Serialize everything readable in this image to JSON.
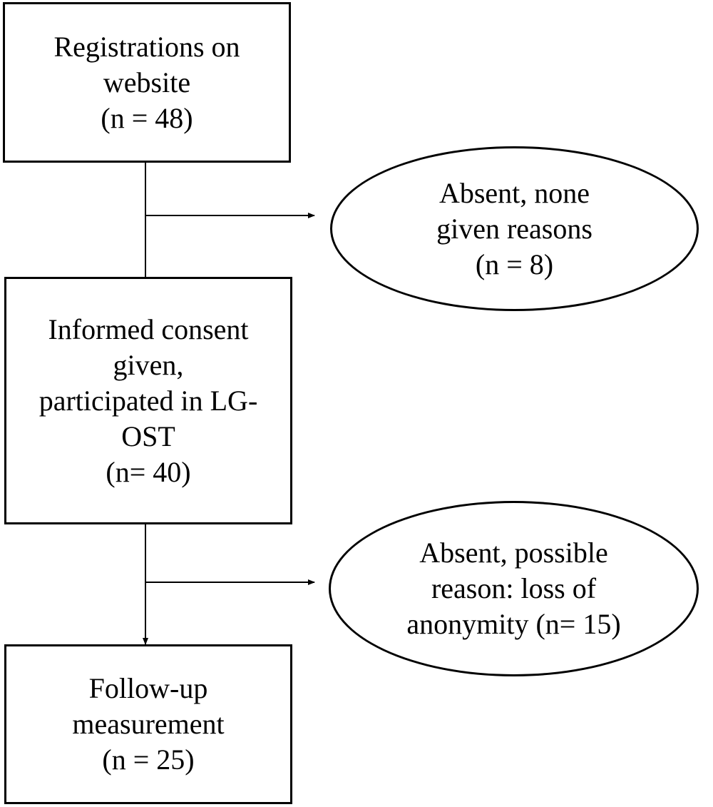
{
  "nodes": {
    "registrations": {
      "lines": [
        "Registrations on",
        "website",
        "(n = 48)"
      ]
    },
    "absent_none": {
      "lines": [
        "Absent, none",
        "given reasons",
        "(n = 8)"
      ]
    },
    "informed_consent": {
      "lines": [
        "Informed consent",
        "given,",
        "participated in LG-",
        "OST",
        "(n= 40)"
      ]
    },
    "absent_possible": {
      "lines": [
        "Absent, possible",
        "reason: loss of",
        "anonymity (n= 15)"
      ]
    },
    "follow_up": {
      "lines": [
        "Follow-up",
        "measurement",
        "(n = 25)"
      ]
    }
  },
  "colors": {
    "stroke": "#000000",
    "fill": "#ffffff"
  }
}
